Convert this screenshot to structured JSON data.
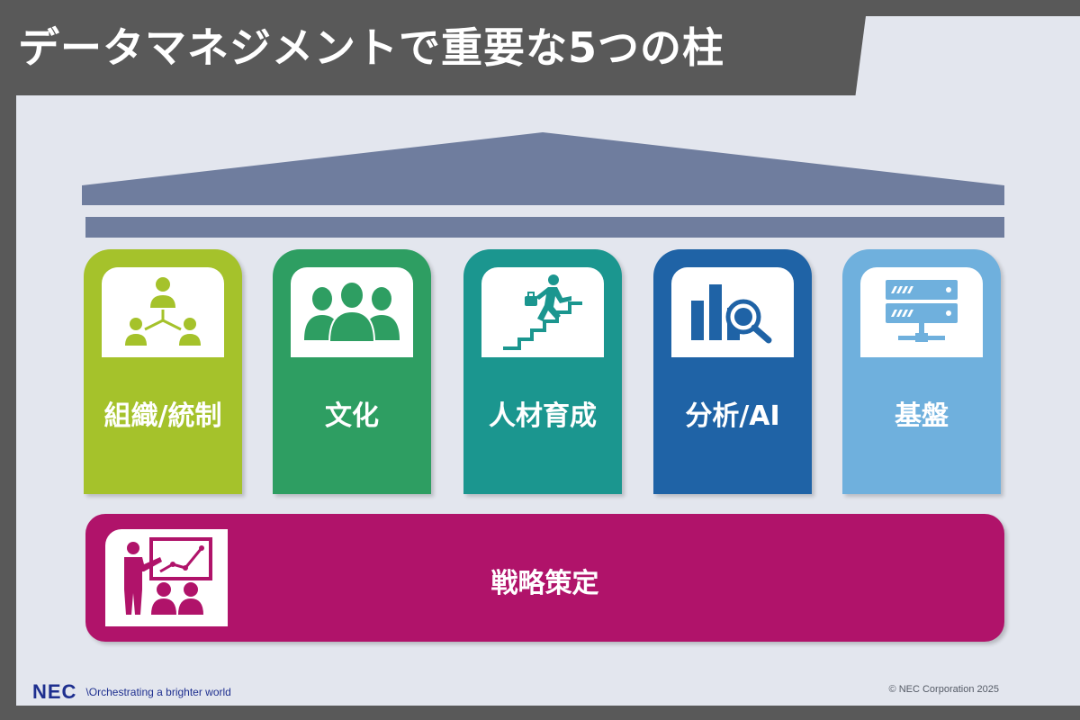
{
  "title": "データマネジメントで重要な5つの柱",
  "pillars": [
    {
      "label": "組織/統制",
      "color": "#a5c22b",
      "icon": "organization-network-icon"
    },
    {
      "label": "文化",
      "color": "#2e9e62",
      "icon": "people-group-icon"
    },
    {
      "label": "人材育成",
      "color": "#1b968f",
      "icon": "person-climbing-stairs-icon"
    },
    {
      "label": "分析/AI",
      "color": "#1f63a6",
      "icon": "bar-chart-magnifier-icon"
    },
    {
      "label": "基盤",
      "color": "#6fb0dd",
      "icon": "server-rack-icon"
    }
  ],
  "base": {
    "label": "戦略策定",
    "color": "#b0136a",
    "icon": "presenter-whiteboard-icon"
  },
  "roof_color": "#6f7d9e",
  "footer": {
    "logo": "NEC",
    "tagline": "\\Orchestrating a brighter world",
    "copyright": "© NEC Corporation  2025"
  }
}
